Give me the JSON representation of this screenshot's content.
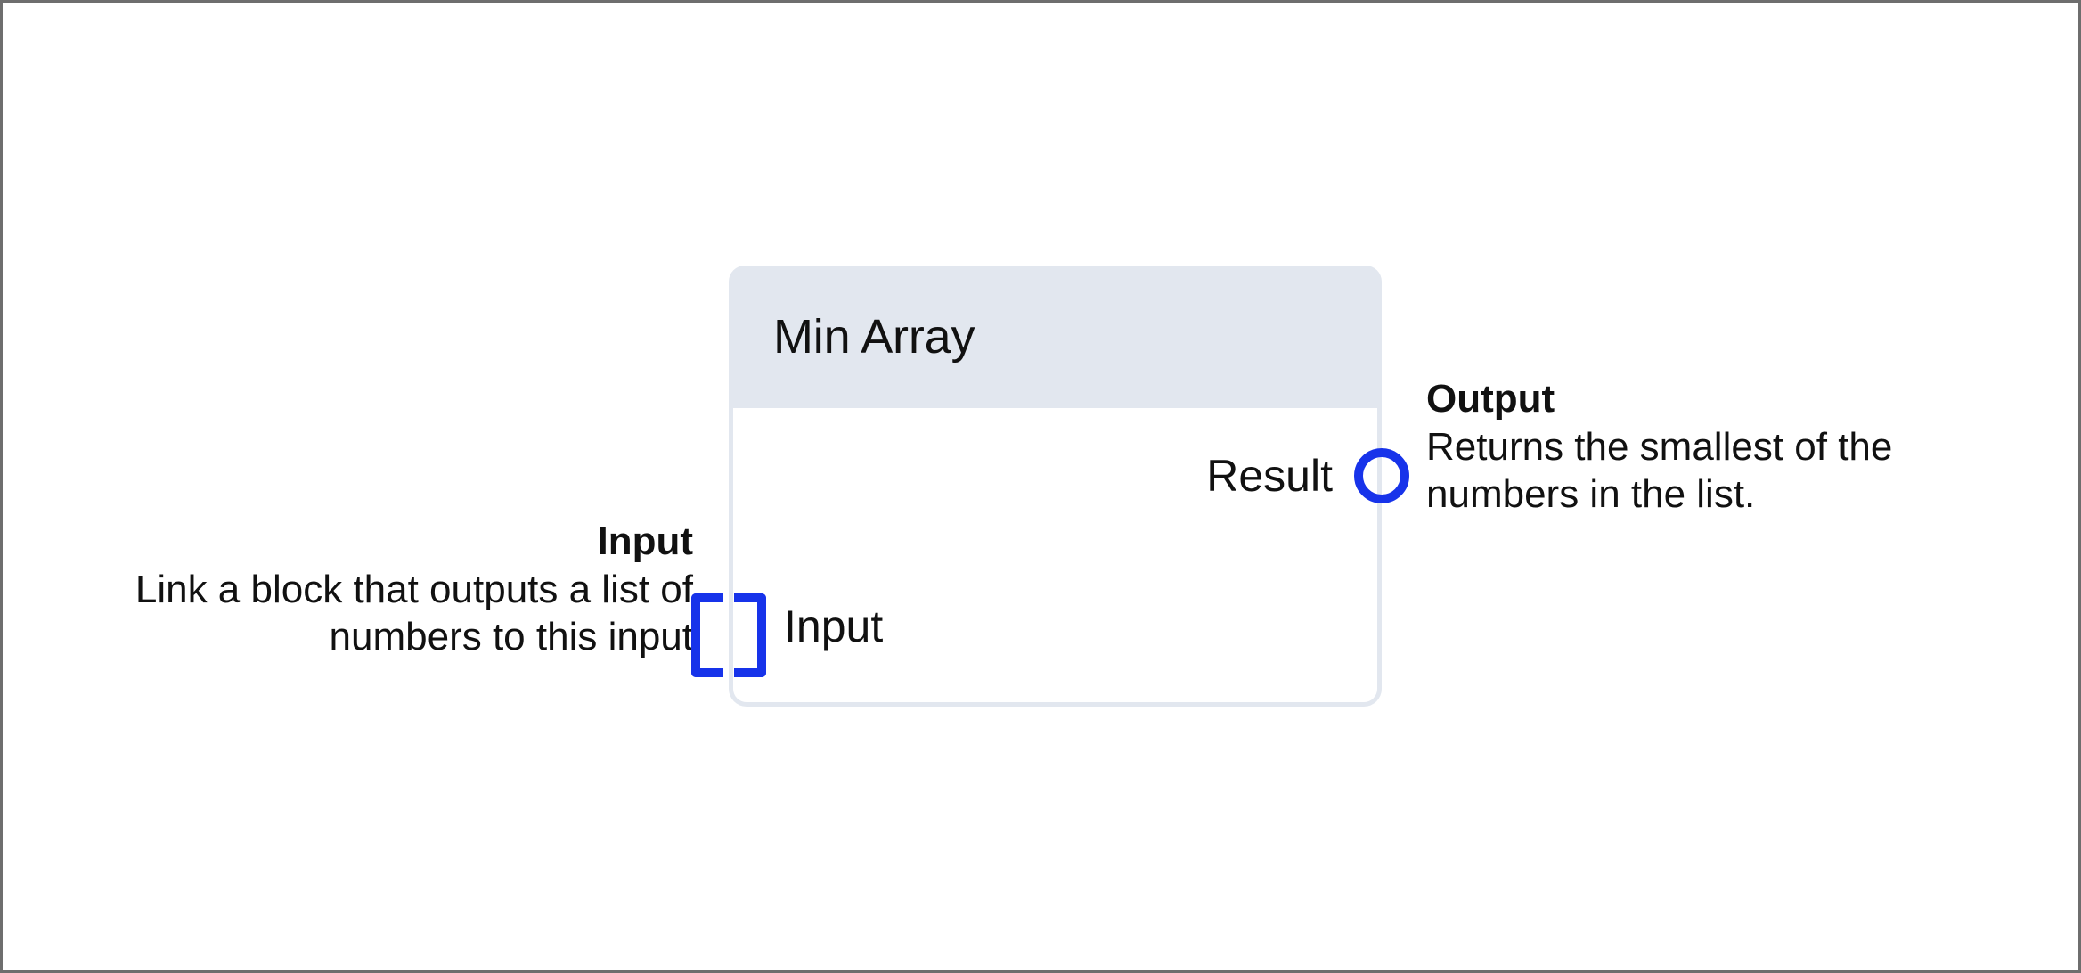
{
  "canvas": {
    "background_color": "#ffffff",
    "frame_border_color": "#6e6e6e"
  },
  "node": {
    "title": "Min Array",
    "header_color": "#e2e7ef",
    "body_color": "#ffffff",
    "border_color": "#e2e7ef",
    "accent_color": "#1733ea",
    "ports": {
      "output": {
        "label": "Result",
        "icon": "circle-port-icon",
        "shape": "hollow-circle",
        "color": "#1733ea"
      },
      "input": {
        "label": "Input",
        "icon": "array-bracket-icon",
        "shape": "square-brackets",
        "color": "#1733ea"
      }
    }
  },
  "annotations": {
    "input": {
      "title": "Input",
      "text": "Link a block that outputs a list of numbers to this input",
      "align": "right"
    },
    "output": {
      "title": "Output",
      "text": "Returns the smallest of the numbers in the list.",
      "align": "left"
    }
  }
}
